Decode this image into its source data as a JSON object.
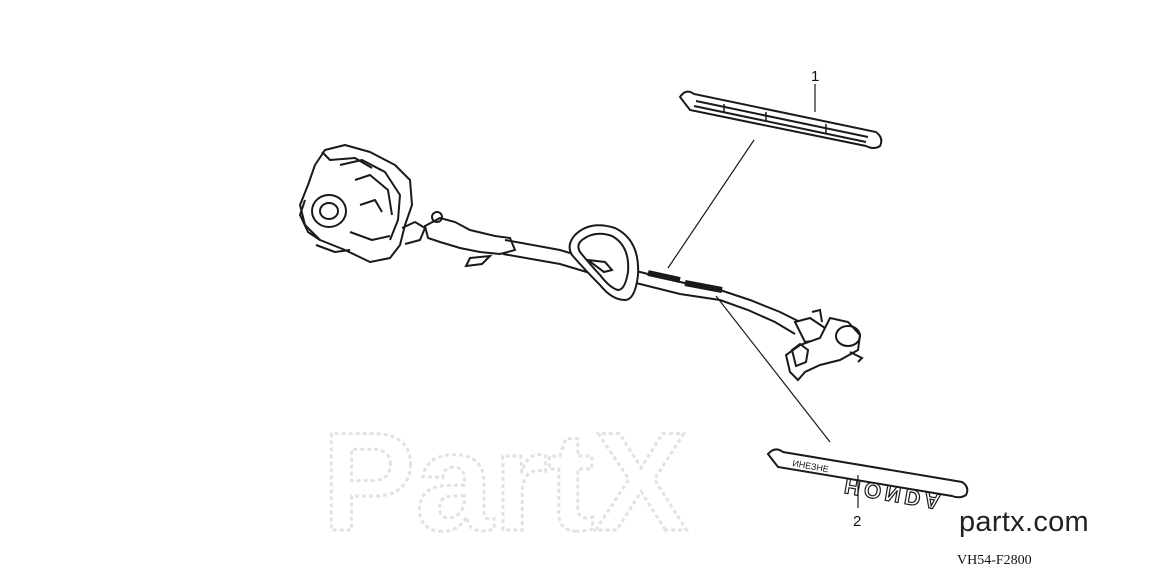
{
  "watermark": {
    "text": "PartX",
    "color": "#e6e6e6"
  },
  "callouts": [
    {
      "id": "1",
      "part": "upper decal"
    },
    {
      "id": "2",
      "part": "lower decal"
    }
  ],
  "lower_decal_print": "HONDA",
  "lower_decal_small_print": "ИНЕЗНЕ",
  "site_url": "partx.com",
  "diagram_code": "VH54-F2800",
  "colors": {
    "line": "#1a1a1a",
    "background": "#ffffff"
  }
}
